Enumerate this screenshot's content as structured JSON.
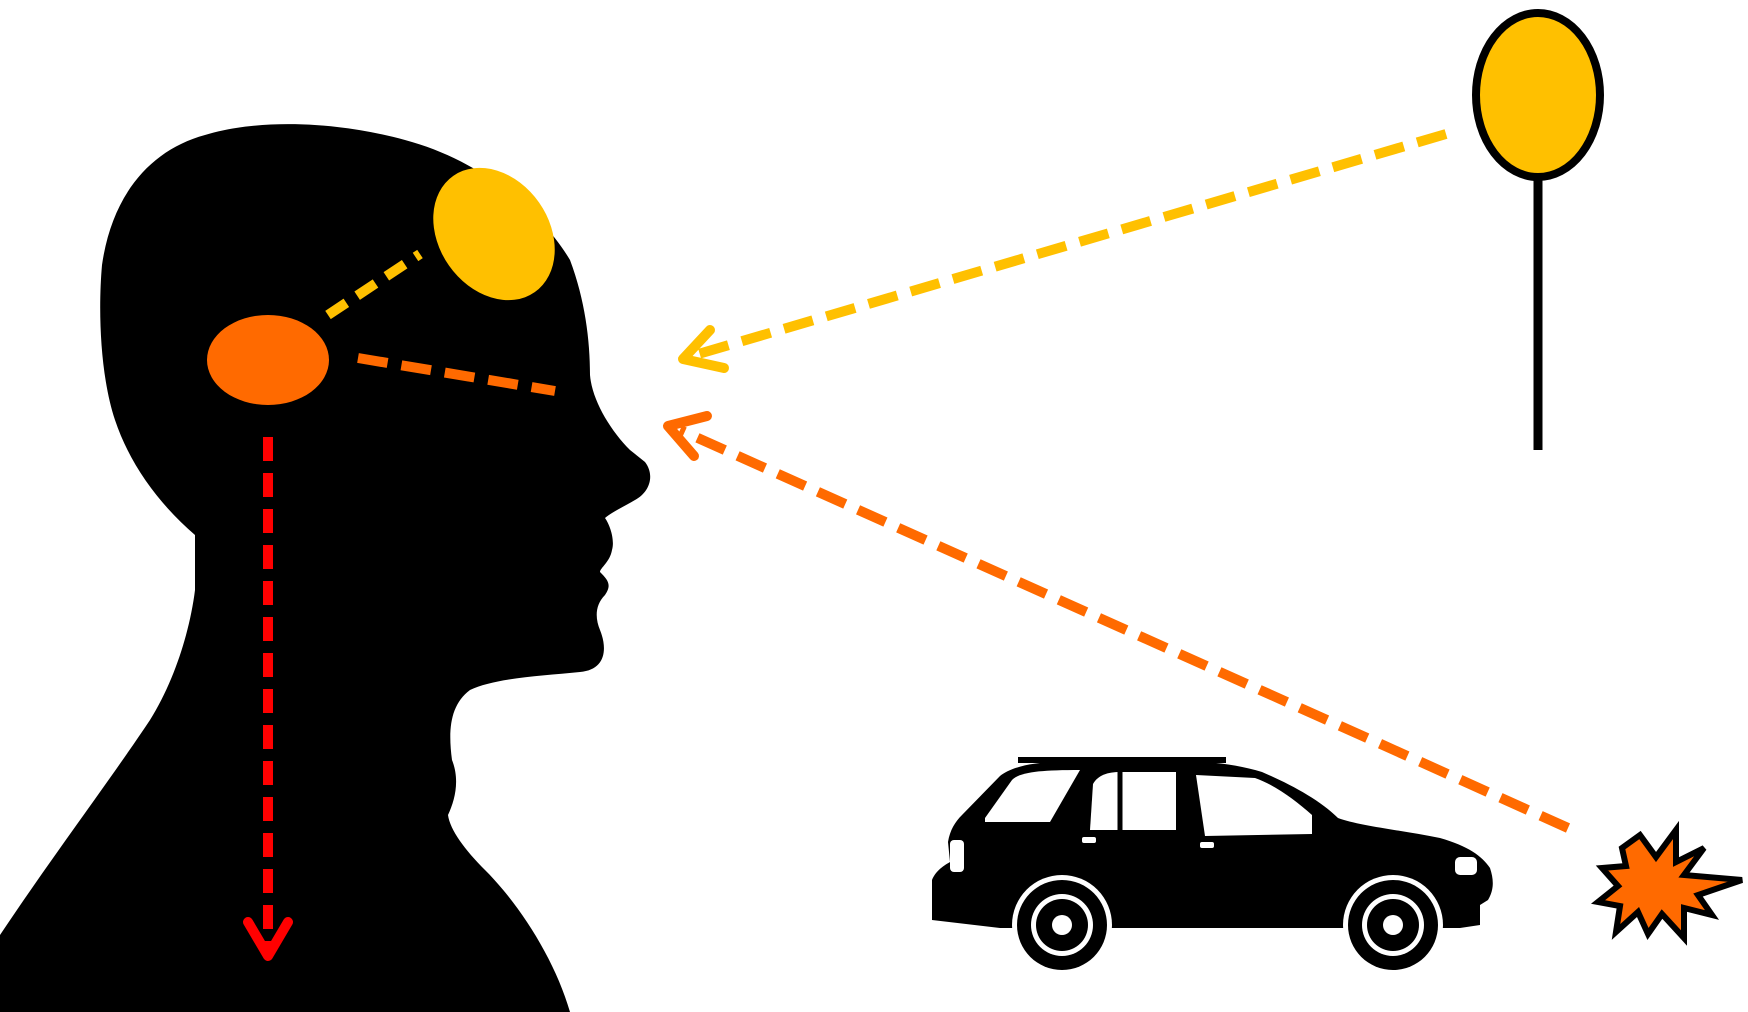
{
  "diagram": {
    "colors": {
      "background": "#ffffff",
      "silhouette": "#000000",
      "yellow": "#ffc000",
      "orange": "#ff6a00",
      "red": "#ff0000",
      "white": "#ffffff"
    },
    "elements": {
      "head": "human-head-silhouette",
      "brain_region_upper": "yellow-ellipse",
      "brain_region_lower": "orange-ellipse",
      "sign": "yellow-oval-sign-on-post",
      "car": "suv-car-silhouette",
      "burst": "orange-starburst-icon"
    },
    "arrows": [
      {
        "from": "sign",
        "to": "eye",
        "color": "yellow",
        "style": "dashed"
      },
      {
        "from": "burst",
        "to": "eye",
        "color": "orange",
        "style": "dashed"
      },
      {
        "from": "orange-ellipse",
        "to": "yellow-ellipse",
        "color": "yellow",
        "style": "dashed"
      },
      {
        "from": "orange-ellipse",
        "to": "face",
        "color": "orange",
        "style": "dashed"
      },
      {
        "from": "orange-ellipse",
        "to": "body",
        "color": "red",
        "style": "dashed"
      }
    ]
  }
}
